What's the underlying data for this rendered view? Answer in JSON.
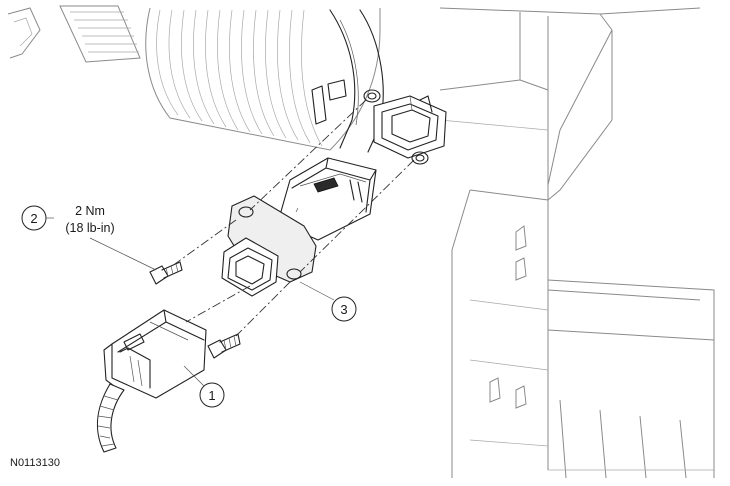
{
  "diagram": {
    "callouts": [
      {
        "number": "1"
      },
      {
        "number": "2"
      },
      {
        "number": "3"
      }
    ],
    "torque_spec": {
      "metric": "2 Nm",
      "imperial": "(18 lb-in)"
    },
    "figure_id": "N0113130"
  }
}
